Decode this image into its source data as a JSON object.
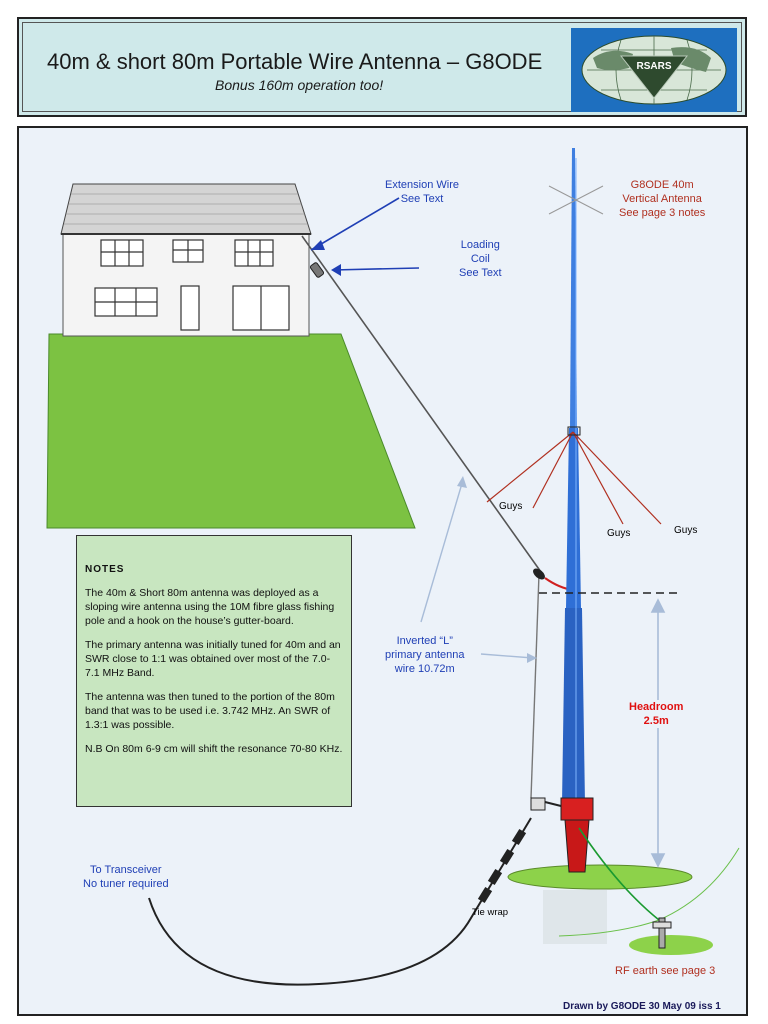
{
  "header": {
    "title": "40m & short 80m Portable Wire Antenna – G8ODE",
    "subtitle": "Bonus 160m operation too!",
    "logo_text": "RSARS"
  },
  "labels": {
    "extension_wire": "Extension Wire",
    "extension_see_text": "See Text",
    "loading": "Loading",
    "coil": "Coil",
    "coil_see_text": "See Text",
    "vertical_1": "G8ODE 40m",
    "vertical_2": "Vertical Antenna",
    "vertical_3": "See page 3 notes",
    "guys_1": "Guys",
    "guys_2": "Guys",
    "guys_3": "Guys",
    "inverted_1": "Inverted “L”",
    "inverted_2": "primary antenna",
    "inverted_3": "wire 10.72m",
    "headroom_1": "Headroom",
    "headroom_2": "2.5m",
    "transceiver_1": "To Transceiver",
    "transceiver_2": "No tuner required",
    "tie_wrap": "Tie wrap",
    "rf_earth": "RF earth see page 3",
    "drawn_by": "Drawn by G8ODE  30 May 09  iss 1"
  },
  "notes": {
    "title": "NOTES",
    "paragraphs": [
      "The 40m & Short 80m antenna was deployed as a sloping wire antenna using the 10M fibre glass fishing pole and a hook on the house’s gutter-board.",
      "The primary antenna was initially tuned for 40m and an SWR close to 1:1 was obtained over most of the 7.0-7.1 MHz Band.",
      "The antenna was then tuned to the portion of the 80m band that was to be used i.e.  3.742 MHz. An SWR of 1.3:1 was possible.",
      "N.B  On 80m  6-9 cm will shift the resonance 70-80 KHz."
    ]
  },
  "colors": {
    "header_bg": "#cfe9ea",
    "panel_bg": "#ecf2f9",
    "lawn": "#7cc242",
    "pole": "#2f6fd6",
    "guys": "#b03020",
    "label_blue": "#1f3fb5",
    "label_red": "#b03020",
    "notes_bg": "#c8e6c0"
  }
}
